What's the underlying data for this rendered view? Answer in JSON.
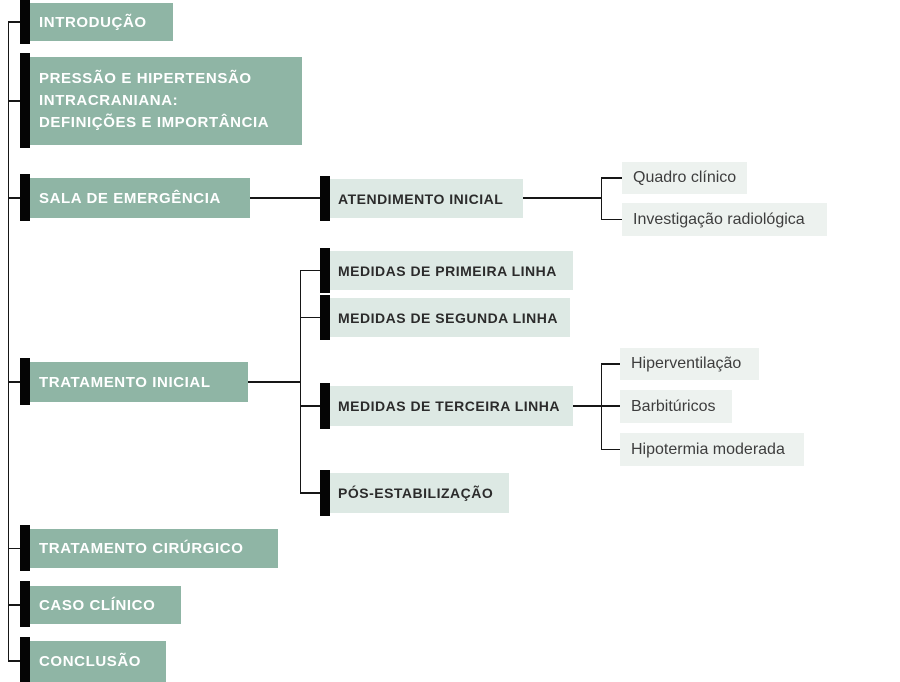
{
  "colors": {
    "level1_bg": "#8fb5a5",
    "level1_text": "#ffffff",
    "level2_bg": "#dde9e4",
    "level3_bg": "#edf2ef",
    "accent_bar": "#050505",
    "connector_line": "#161616",
    "dark_text": "#2b2b2b",
    "level3_text": "#3d3d3d",
    "background": "#ffffff"
  },
  "tree": [
    {
      "label": "INTRODUÇÃO",
      "children": []
    },
    {
      "label": "PRESSÃO E HIPERTENSÃO\nINTRACRANIANA:\nDEFINIÇÕES E IMPORTÂNCIA",
      "children": []
    },
    {
      "label": "SALA DE EMERGÊNCIA",
      "children": [
        {
          "label": "ATENDIMENTO INICIAL",
          "children": [
            {
              "label": "Quadro clínico",
              "children": []
            },
            {
              "label": "Investigação radiológica",
              "children": []
            }
          ]
        }
      ]
    },
    {
      "label": "TRATAMENTO INICIAL",
      "children": [
        {
          "label": "MEDIDAS DE PRIMEIRA LINHA",
          "children": []
        },
        {
          "label": "MEDIDAS DE SEGUNDA LINHA",
          "children": []
        },
        {
          "label": "MEDIDAS DE TERCEIRA LINHA",
          "children": [
            {
              "label": "Hiperventilação",
              "children": []
            },
            {
              "label": "Barbitúricos",
              "children": []
            },
            {
              "label": "Hipotermia moderada",
              "children": []
            }
          ]
        },
        {
          "label": "PÓS-ESTABILIZAÇÃO",
          "children": []
        }
      ]
    },
    {
      "label": "TRATAMENTO CIRÚRGICO",
      "children": []
    },
    {
      "label": "CASO CLÍNICO",
      "children": []
    },
    {
      "label": "CONCLUSÃO",
      "children": []
    }
  ]
}
